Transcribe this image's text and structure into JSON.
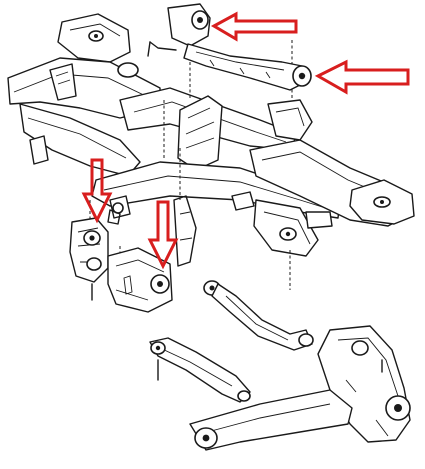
{
  "figure": {
    "background": "#ffffff",
    "line_color": "#1a1a1a",
    "marker_color": "#d81e1e",
    "markers": [
      {
        "name": "upper-link-front-bushing",
        "direction": "left"
      },
      {
        "name": "upper-link-rear-bushing",
        "direction": "left"
      },
      {
        "name": "trailing-arm-bracket-bushing",
        "direction": "down"
      },
      {
        "name": "mount-bracket-bushing",
        "direction": "down"
      }
    ],
    "components": [
      "rear-subframe",
      "upper-control-link",
      "trailing-arm-bracket",
      "mount-bracket",
      "toe-link",
      "lower-control-arm",
      "rear-knuckle"
    ]
  }
}
